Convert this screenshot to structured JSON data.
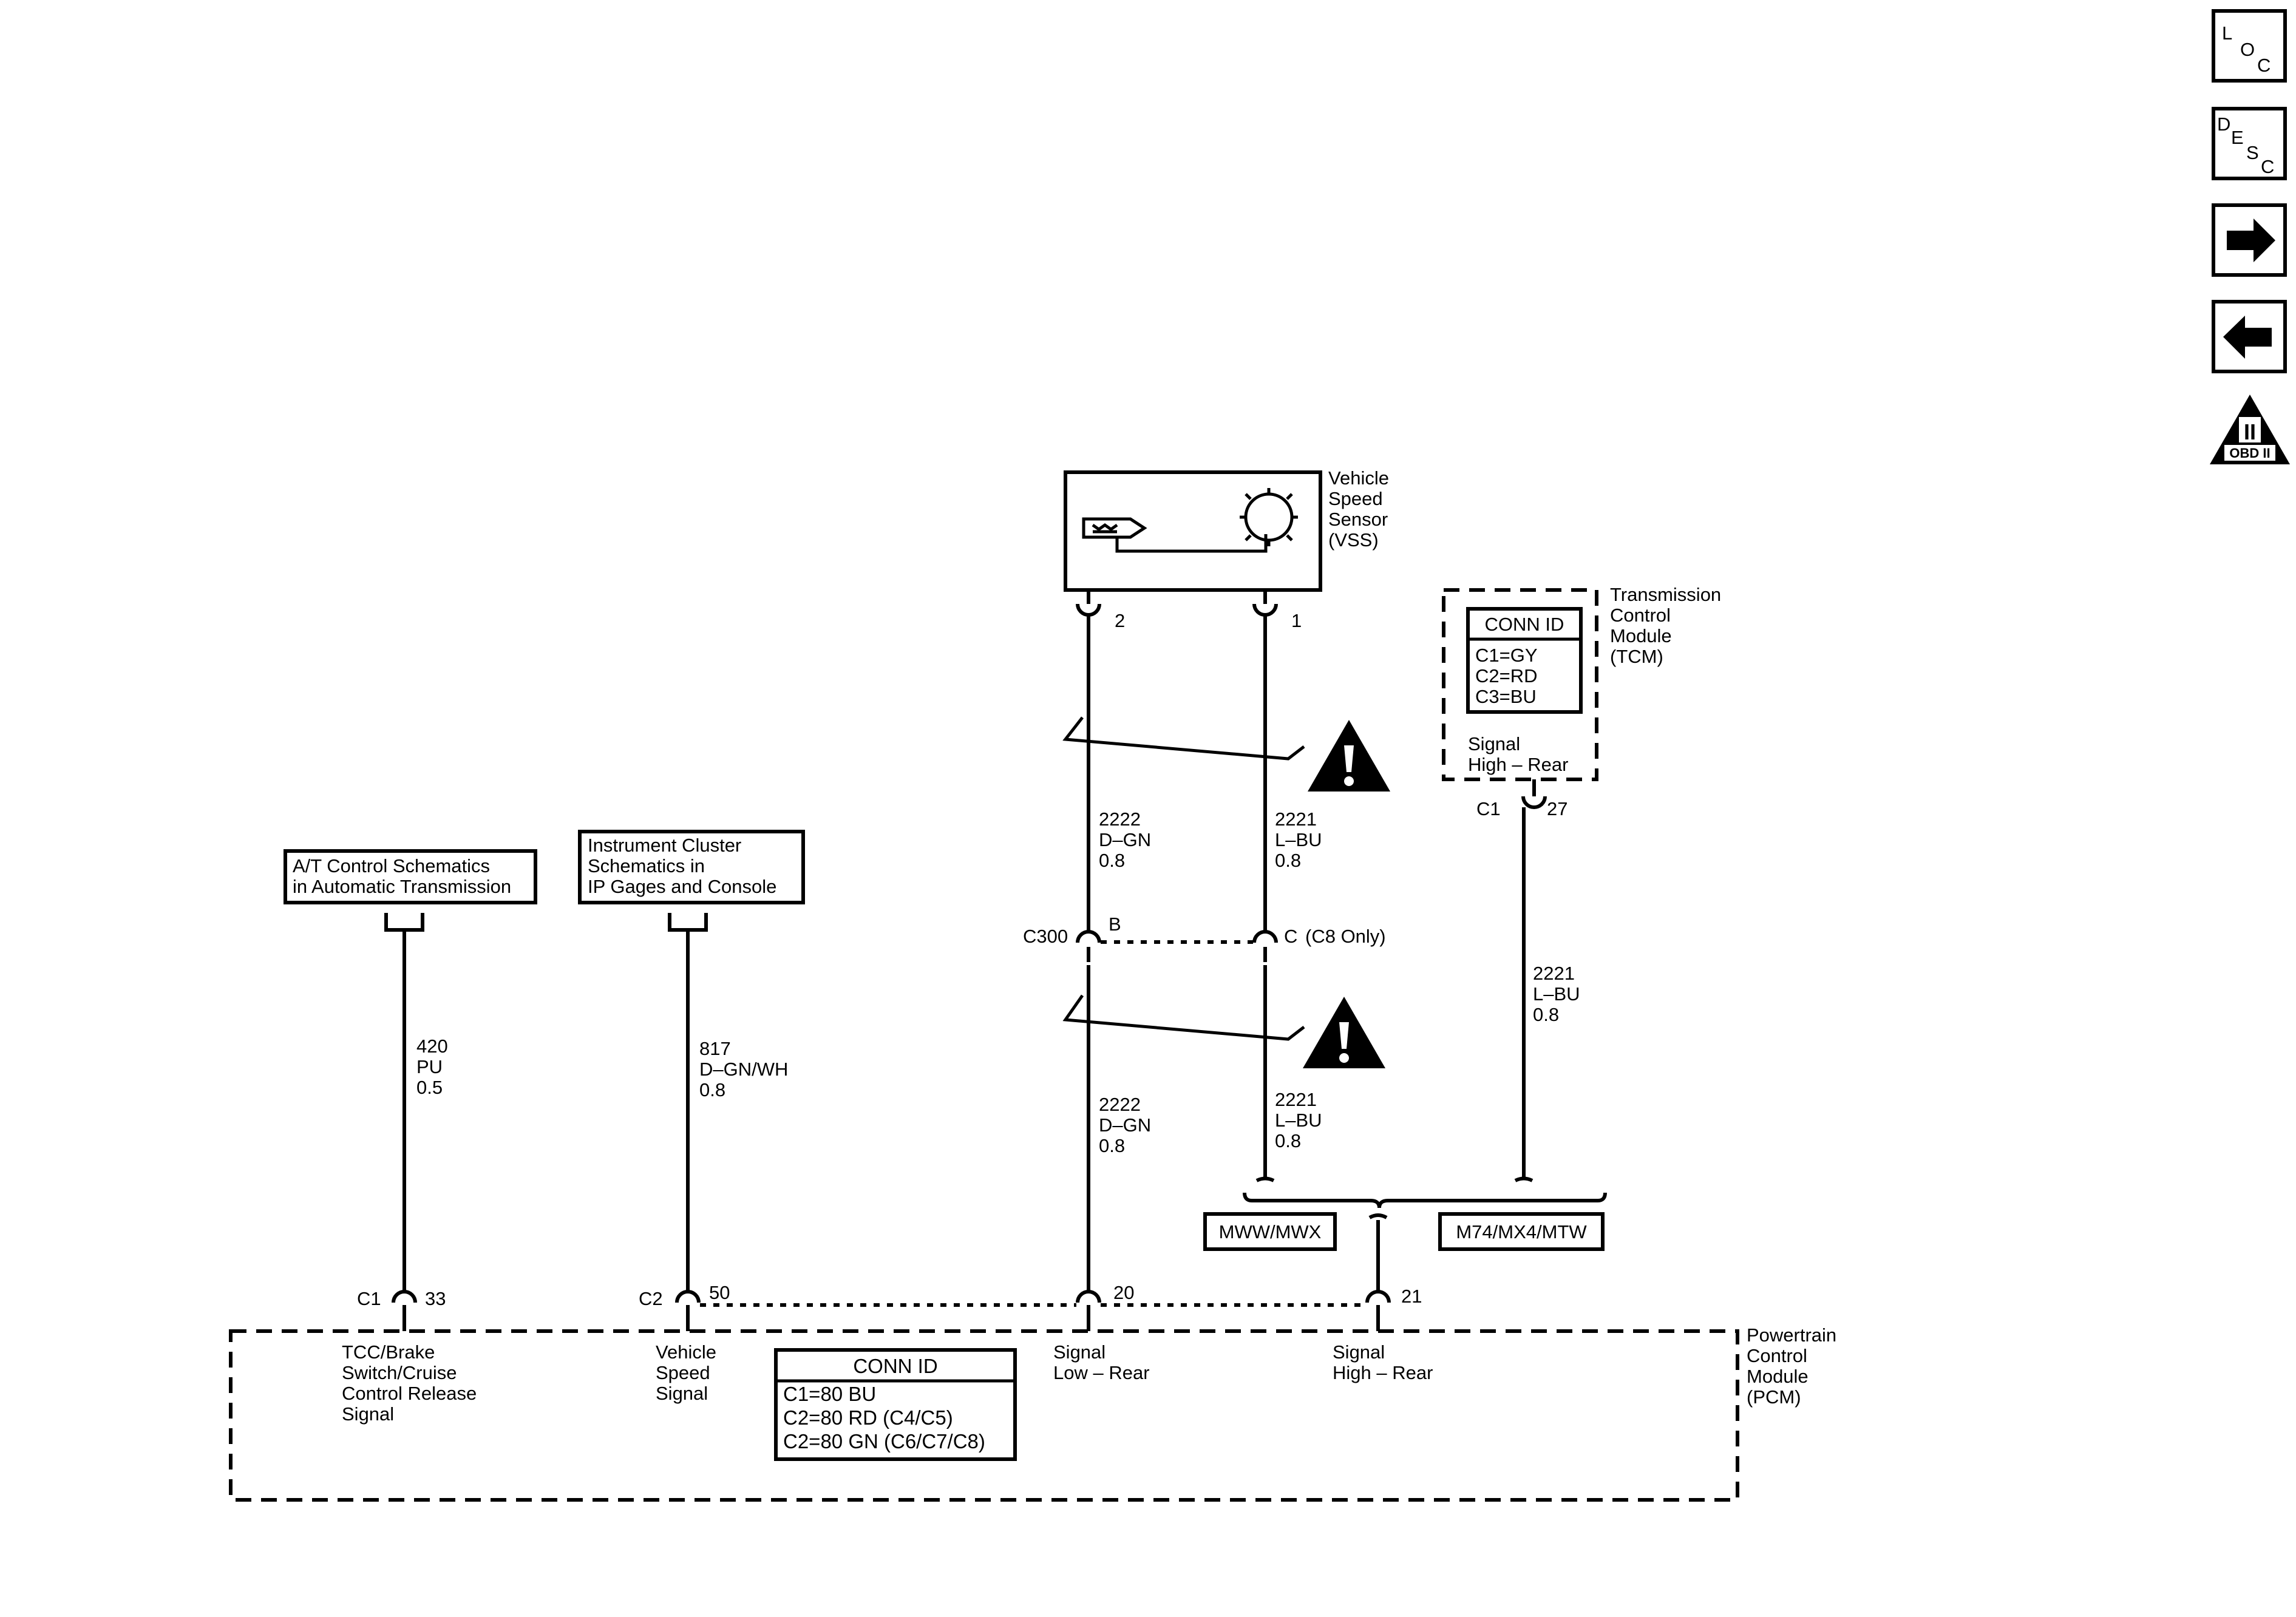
{
  "nav": {
    "loc": [
      "L",
      "O",
      "C"
    ],
    "desc": [
      "D",
      "E",
      "S",
      "C"
    ],
    "obd_top": "II",
    "obd_bottom": "OBD II"
  },
  "vss": {
    "label": [
      "Vehicle",
      "Speed",
      "Sensor",
      "(VSS)"
    ],
    "pin_a": "2",
    "pin_b": "1"
  },
  "tcm": {
    "label": [
      "Transmission",
      "Control",
      "Module",
      "(TCM)"
    ],
    "conn_title": "CONN ID",
    "conn_rows": [
      "C1=GY",
      "C2=RD",
      "C3=BU"
    ],
    "signal": [
      "Signal",
      "High – Rear"
    ],
    "connector": "C1",
    "pin": "27"
  },
  "wires": {
    "w2222_upper": [
      "2222",
      "D–GN",
      "0.8"
    ],
    "w2221_upper": [
      "2221",
      "L–BU",
      "0.8"
    ],
    "w2222_lower": [
      "2222",
      "D–GN",
      "0.8"
    ],
    "w2221_lower": [
      "2221",
      "L–BU",
      "0.8"
    ],
    "w2221_tcm": [
      "2221",
      "L–BU",
      "0.8"
    ],
    "w420": [
      "420",
      "PU",
      "0.5"
    ],
    "w817": [
      "817",
      "D–GN/WH",
      "0.8"
    ]
  },
  "c300": {
    "name": "C300",
    "pin_b": "B",
    "pin_c": "C",
    "note": "(C8 Only)"
  },
  "refs": {
    "at": [
      "A/T Control Schematics",
      "in Automatic Transmission"
    ],
    "ic": [
      "Instrument Cluster",
      "Schematics in",
      "IP Gages and Console"
    ]
  },
  "options": {
    "left": "MWW/MWX",
    "right": "M74/MX4/MTW"
  },
  "pcm": {
    "label": [
      "Powertrain",
      "Control",
      "Module",
      "(PCM)"
    ],
    "c1": "C1",
    "pin33": "33",
    "c2": "C2",
    "pin50": "50",
    "pin20": "20",
    "pin21": "21",
    "sig_tcc": [
      "TCC/Brake",
      "Switch/Cruise",
      "Control Release",
      "Signal"
    ],
    "sig_vss": [
      "Vehicle",
      "Speed",
      "Signal"
    ],
    "sig_low": [
      "Signal",
      "Low – Rear"
    ],
    "sig_high": [
      "Signal",
      "High – Rear"
    ],
    "conn_title": "CONN ID",
    "conn_rows": [
      "C1=80 BU",
      "C2=80 RD (C4/C5)",
      "C2=80 GN (C6/C7/C8)"
    ]
  }
}
